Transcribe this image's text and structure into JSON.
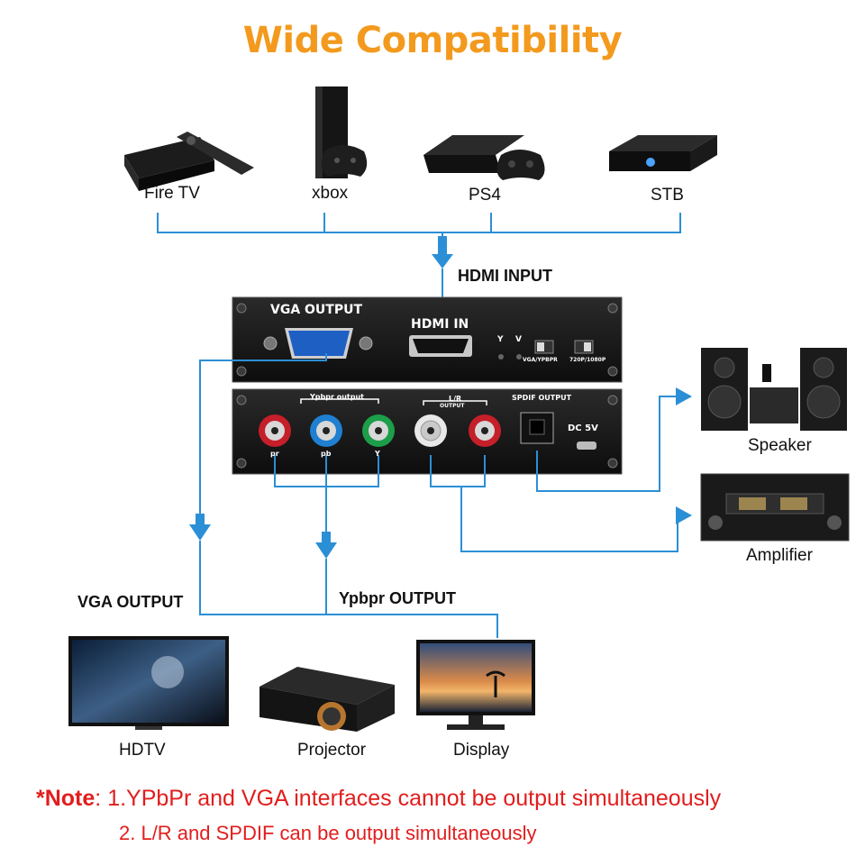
{
  "title": "Wide Compatibility",
  "sources": [
    {
      "label": "Fire TV",
      "icon": "fire-tv-icon"
    },
    {
      "label": "xbox",
      "icon": "xbox-console-icon"
    },
    {
      "label": "PS4",
      "icon": "ps4-console-icon"
    },
    {
      "label": "STB",
      "icon": "set-top-box-icon"
    }
  ],
  "hdmi_input_label": "HDMI INPUT",
  "device": {
    "top_panel": {
      "vga_label": "VGA OUTPUT",
      "hdmi_label": "HDMI IN",
      "led_y": "Y",
      "led_v": "V",
      "switch1": "VGA/YPBPR",
      "switch2": "720P/1080P"
    },
    "bottom_panel": {
      "ypbpr_label": "Ypbpr output",
      "lr_label": "L/R",
      "lr_sub": "OUTPUT",
      "spdif_label": "SPDIF OUTPUT",
      "dc_label": "DC 5V",
      "jack_pr": "pr",
      "jack_pb": "pb",
      "jack_y": "Y"
    }
  },
  "audio_outputs": [
    {
      "label": "Speaker",
      "icon": "speaker-system-icon"
    },
    {
      "label": "Amplifier",
      "icon": "amplifier-icon"
    }
  ],
  "vga_output_label": "VGA OUTPUT",
  "ypbpr_output_label": "Ypbpr OUTPUT",
  "video_outputs": [
    {
      "label": "HDTV",
      "icon": "hdtv-icon"
    },
    {
      "label": "Projector",
      "icon": "projector-icon"
    },
    {
      "label": "Display",
      "icon": "monitor-icon"
    }
  ],
  "note": {
    "prefix": "*Note",
    "line1": ": 1.YPbPr and VGA interfaces cannot be output simultaneously",
    "line2": "2. L/R and SPDIF can be output simultaneously"
  },
  "colors": {
    "title": "#f39a1e",
    "connector_line": "#2b8fd6",
    "note": "#e21d1d",
    "panel": "#1a1a1a"
  }
}
